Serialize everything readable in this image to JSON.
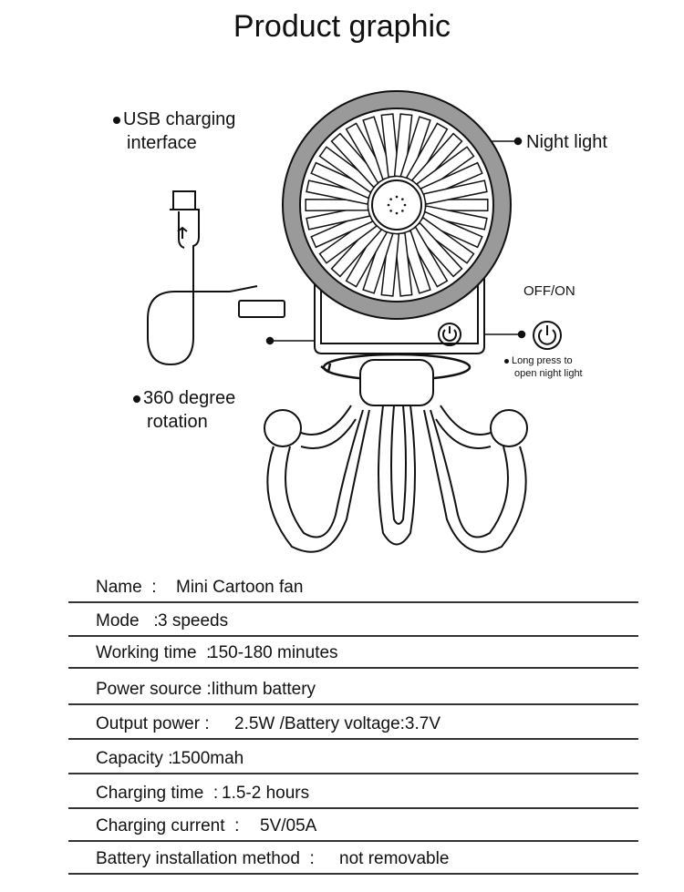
{
  "title": "Product graphic",
  "labels": {
    "usb_line1": "USB charging",
    "usb_line2": "interface",
    "night_light": "Night light",
    "off_on": "OFF/ON",
    "long_press_line1": "Long press to",
    "long_press_line2": "open night light",
    "rotation_line1": "360 degree",
    "rotation_line2": "rotation"
  },
  "specs": [
    {
      "label": "Name  :",
      "value": "Mini Cartoon fan"
    },
    {
      "label": "Mode   :",
      "value": "3 speeds"
    },
    {
      "label": "Working time  :",
      "value": "150-180 minutes"
    },
    {
      "label": "Power source :",
      "value": "lithum battery"
    },
    {
      "label": "Output power :",
      "value": "2.5W /Battery voltage:3.7V"
    },
    {
      "label": "Capacity :",
      "value": "1500mah"
    },
    {
      "label": "Charging time  :",
      "value": "1.5-2 hours"
    },
    {
      "label": "Charging current  :",
      "value": "5V/05A"
    },
    {
      "label": "Battery installation method  :",
      "value": "not removable"
    }
  ]
}
